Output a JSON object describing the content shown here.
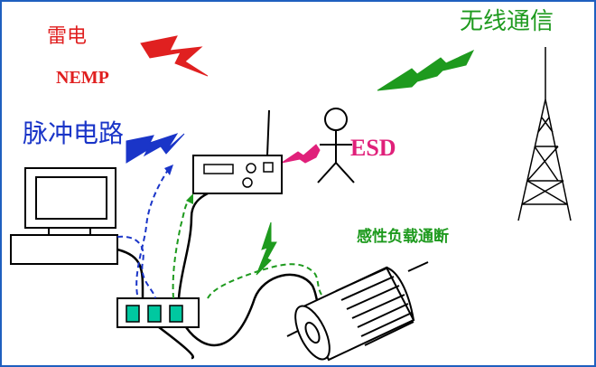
{
  "labels": {
    "lightning": "雷电",
    "nemp": "NEMP",
    "pulse_circuit": "脉冲电路",
    "wireless": "无线通信",
    "esd": "ESD",
    "inductive_load": "感性负载通断"
  },
  "colors": {
    "frame": "#1f5fbf",
    "lightning_red": "#e02020",
    "pulse_blue": "#1a35c8",
    "wireless_green": "#1e9a1e",
    "esd_pink": "#e0207a",
    "dashed_blue": "#1a35c8",
    "dashed_green": "#1e9a1e",
    "device_fill": "#ffffff",
    "socket_fill": "#00c8a0"
  },
  "icons": [
    "computer-icon",
    "radio-device-icon",
    "power-strip-icon",
    "person-icon",
    "radio-tower-icon",
    "motor-icon",
    "lightning-bolt-icon"
  ]
}
